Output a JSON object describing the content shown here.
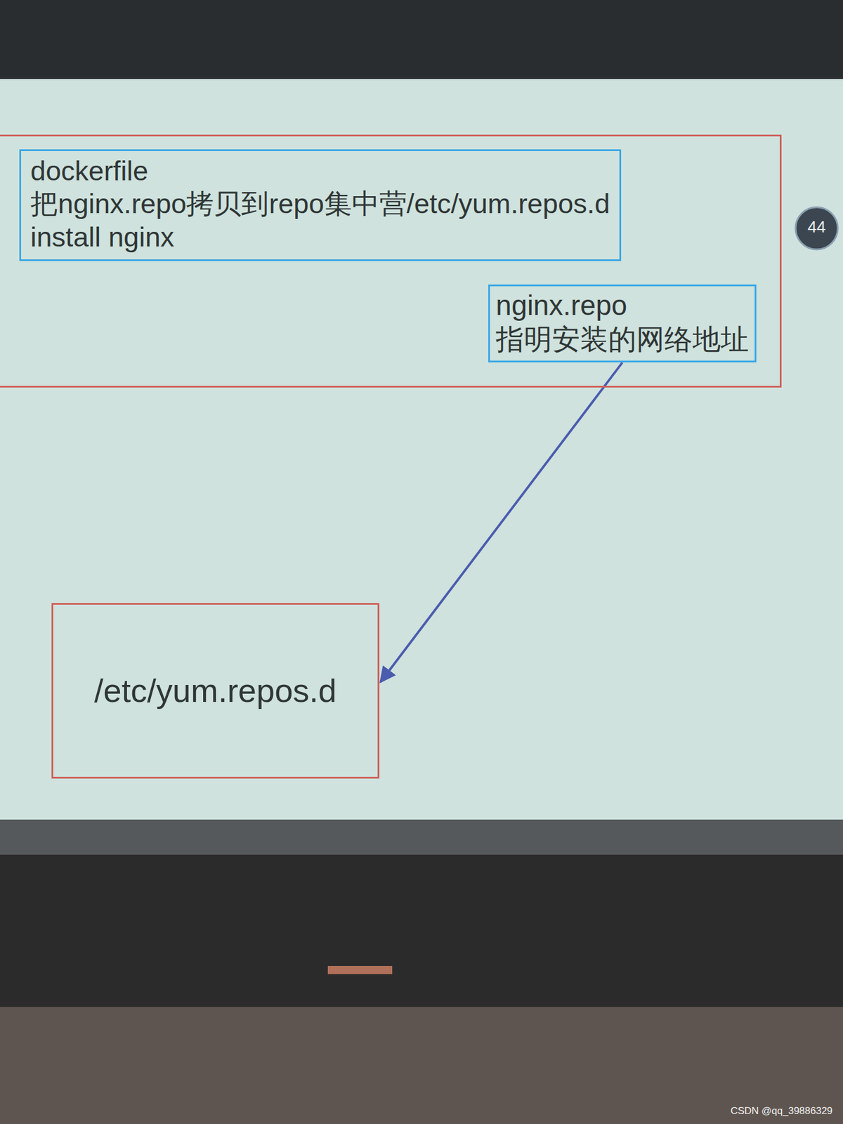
{
  "diagram": {
    "nodes": [
      {
        "text": []
      },
      {
        "text": [
          "dockerfile",
          "把nginx.repo拷贝到repo集中营/etc/yum.repos.d",
          "install nginx"
        ],
        "in": 0
      },
      {
        "text": [
          "nginx.repo",
          "指明安装的网络地址"
        ],
        "in": 0
      },
      {
        "text": [
          "/etc/yum.repos.d"
        ]
      }
    ],
    "edges": [
      {
        "from": 2,
        "to": 3,
        "arrow": "to"
      }
    ],
    "labels": [
      "44",
      "CSDN @qq_39886329"
    ]
  }
}
